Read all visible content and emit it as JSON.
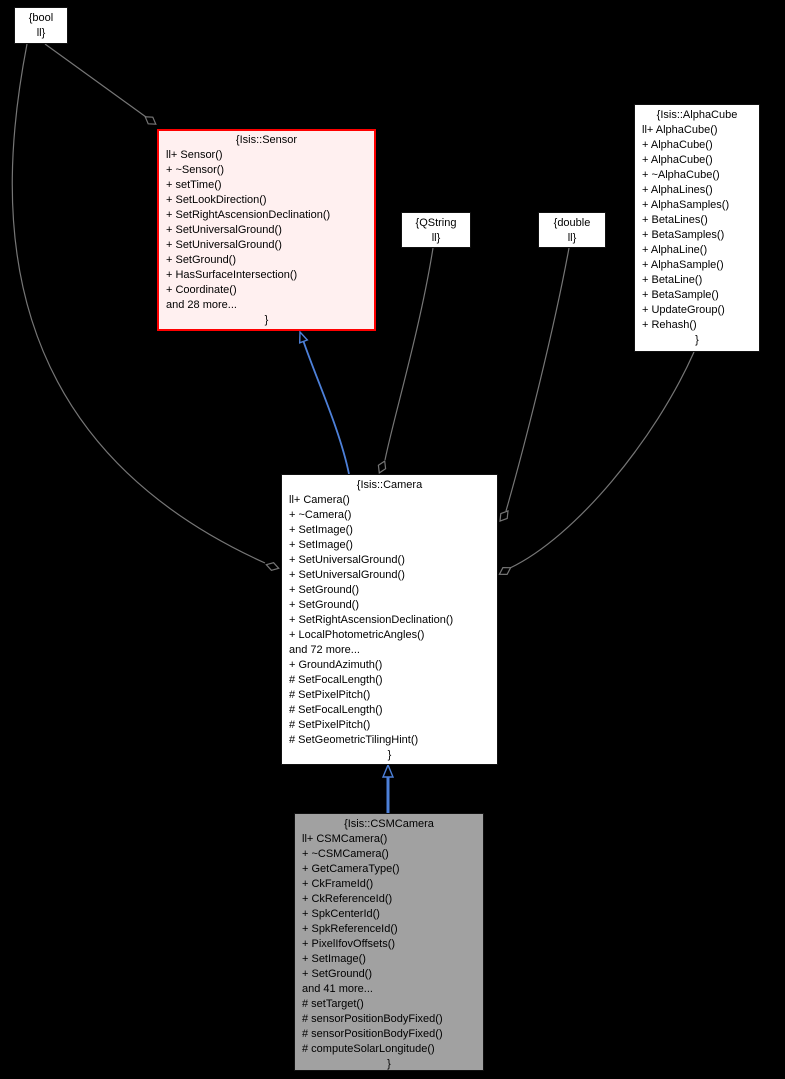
{
  "diagram": {
    "background": "#000000",
    "colors": {
      "node_fill": "#ffffff",
      "highlight_fill": "#fff0f0",
      "highlight_border": "#ff0000",
      "current_fill": "#a1a1a1",
      "inheritance_edge": "#4d80d9",
      "aggregation_edge": "#767676"
    },
    "nodes": {
      "bool": {
        "lines": [
          "{bool",
          "ll}"
        ]
      },
      "qstring": {
        "lines": [
          "{QString",
          "ll}"
        ]
      },
      "double": {
        "lines": [
          "{double",
          "ll}"
        ]
      },
      "sensor": {
        "title": "{Isis::Sensor",
        "members": [
          "ll+ Sensor()",
          "+ ~Sensor()",
          "+ setTime()",
          "+ SetLookDirection()",
          "+ SetRightAscensionDeclination()",
          "+ SetUniversalGround()",
          "+ SetUniversalGround()",
          "+ SetGround()",
          "+ HasSurfaceIntersection()",
          "+ Coordinate()",
          "and 28 more..."
        ],
        "closing": "}"
      },
      "alphacube": {
        "title": "{Isis::AlphaCube",
        "members": [
          "ll+ AlphaCube()",
          "+ AlphaCube()",
          "+ AlphaCube()",
          "+ ~AlphaCube()",
          "+ AlphaLines()",
          "+ AlphaSamples()",
          "+ BetaLines()",
          "+ BetaSamples()",
          "+ AlphaLine()",
          "+ AlphaSample()",
          "+ BetaLine()",
          "+ BetaSample()",
          "+ UpdateGroup()",
          "+ Rehash()"
        ],
        "closing": "}"
      },
      "camera": {
        "title": "{Isis::Camera",
        "members": [
          "ll+ Camera()",
          "+ ~Camera()",
          "+ SetImage()",
          "+ SetImage()",
          "+ SetUniversalGround()",
          "+ SetUniversalGround()",
          "+ SetGround()",
          "+ SetGround()",
          "+ SetRightAscensionDeclination()",
          "+ LocalPhotometricAngles()",
          "and 72 more...",
          "+ GroundAzimuth()",
          "# SetFocalLength()",
          "# SetPixelPitch()",
          "# SetFocalLength()",
          "# SetPixelPitch()",
          "# SetGeometricTilingHint()"
        ],
        "closing": "}"
      },
      "csmcamera": {
        "title": "{Isis::CSMCamera",
        "members": [
          "ll+ CSMCamera()",
          "+ ~CSMCamera()",
          "+ GetCameraType()",
          "+ CkFrameId()",
          "+ CkReferenceId()",
          "+ SpkCenterId()",
          "+ SpkReferenceId()",
          "+ PixelIfovOffsets()",
          "+ SetImage()",
          "+ SetGround()",
          "and 41 more...",
          "# setTarget()",
          "# sensorPositionBodyFixed()",
          "# sensorPositionBodyFixed()",
          "# computeSolarLongitude()"
        ],
        "closing": "}"
      }
    }
  }
}
